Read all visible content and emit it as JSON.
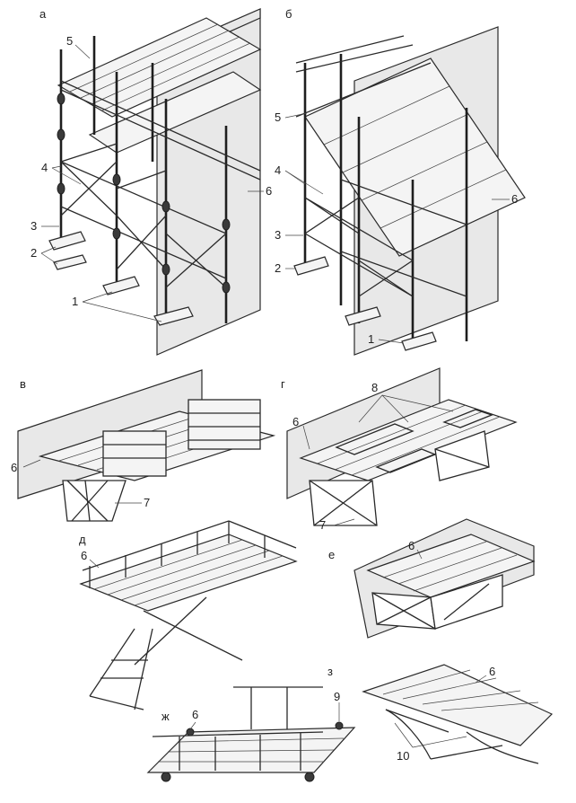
{
  "panels": [
    {
      "id": "a",
      "letter": "а",
      "labels": [
        "5",
        "4",
        "3",
        "2",
        "1",
        "6"
      ]
    },
    {
      "id": "b",
      "letter": "б",
      "labels": [
        "5",
        "4",
        "3",
        "2",
        "1",
        "6"
      ]
    },
    {
      "id": "v",
      "letter": "в",
      "labels": [
        "6",
        "7"
      ]
    },
    {
      "id": "g",
      "letter": "г",
      "labels": [
        "8",
        "6",
        "7"
      ]
    },
    {
      "id": "d",
      "letter": "д",
      "labels": [
        "6"
      ]
    },
    {
      "id": "e",
      "letter": "е",
      "labels": [
        "6"
      ]
    },
    {
      "id": "zh",
      "letter": "ж",
      "labels": [
        "6",
        "9"
      ]
    },
    {
      "id": "z",
      "letter": "з",
      "labels": [
        "6",
        "10"
      ]
    }
  ],
  "colors": {
    "ink": "#2a2a2a",
    "wall_fill": "#e8e8e8",
    "deck_fill": "#f4f4f4"
  }
}
